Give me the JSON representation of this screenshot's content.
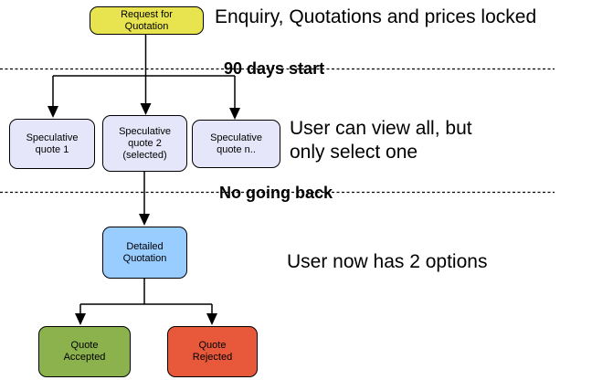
{
  "diagram": {
    "title_hint": "quotation workflow flowchart",
    "nodes": {
      "request": {
        "label": "Request for\nQuotation",
        "color": "#e8e44f"
      },
      "spec1": {
        "label": "Speculative\nquote 1",
        "color": "#e6e6fa"
      },
      "spec2": {
        "label": "Speculative\nquote 2\n(selected)",
        "color": "#e6e6fa"
      },
      "spec3": {
        "label": "Speculative\nquote n..",
        "color": "#e6e6fa"
      },
      "detailed": {
        "label": "Detailed\nQuotation",
        "color": "#99ccff"
      },
      "accepted": {
        "label": "Quote\nAccepted",
        "color": "#8cb24d"
      },
      "rejected": {
        "label": "Quote\nRejected",
        "color": "#e8593b"
      }
    },
    "dividers": {
      "first": "90 days start",
      "second": "No going back"
    },
    "annotations": {
      "stage1": "Enquiry, Quotations and prices locked",
      "stage2": "User can view all, but\nonly select one",
      "stage3": "User now has 2 options"
    },
    "line_color": "#000000"
  }
}
